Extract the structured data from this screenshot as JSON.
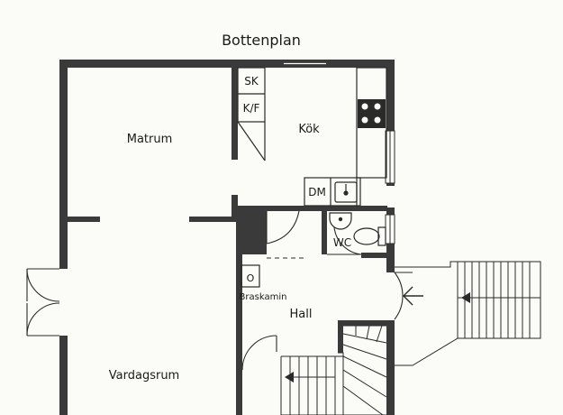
{
  "plan": {
    "title": "Bottenplan",
    "rooms": {
      "matrum": "Matrum",
      "kok": "Kök",
      "hall": "Hall",
      "vardagsrum": "Vardagsrum",
      "wc": "WC"
    },
    "fixtures": {
      "sk": "SK",
      "kf": "K/F",
      "dm": "DM",
      "braskamin": "Braskamin",
      "braskamin_symbol": "O"
    }
  },
  "colors": {
    "wall": "#3a3a3a",
    "line": "#2a2a2a",
    "background": "#fbfbf8"
  }
}
